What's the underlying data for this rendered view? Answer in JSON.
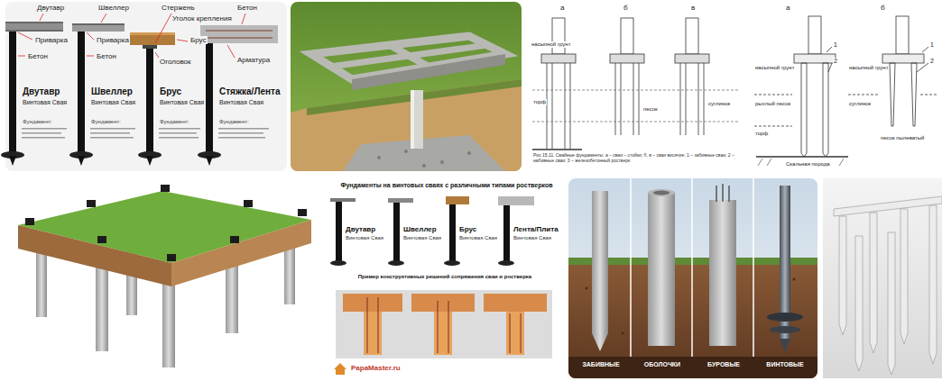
{
  "diagram": {
    "labels": [
      "Двутавр",
      "Швеллер",
      "Стержень",
      "Бетон",
      "Приварка",
      "Приварка",
      "Уголок крепления",
      "Брус",
      "Бетон",
      "Бетон",
      "Оголовок",
      "Арматура",
      "Двутавр",
      "Винтовая Свая",
      "Швеллер",
      "Винтовая Свая",
      "Брус",
      "Винтовая Свая",
      "Стяжка/Лента",
      "Винтовая Свая",
      "Фундамент:",
      "Фундамент:",
      "Фундамент:",
      "Фундамент:",
      "а",
      "б",
      "в",
      "насыпной грунт",
      "торф",
      "песок",
      "суглинок",
      "Рис 15.11. Свайные фундаменты: а – сваи – стойки; б, в – сваи висячие; 1 – забивные сваи; 2 – набивные сваи; 3 – железобетонный ростверк",
      "а",
      "б",
      "насыпной грунт",
      "рыхлый песок",
      "торф",
      "Скальная порода",
      "насыпной грунт",
      "суглинок",
      "песок пылеватый",
      "1",
      "2",
      "1",
      "2",
      "Фундаменты на винтовых сваях с различными типами ростверков",
      "Двутавр",
      "Винтовая Свая",
      "Швеллер",
      "Винтовая Свая",
      "Брус",
      "Винтовая Свая",
      "Лента/Плита",
      "Винтовая Свая",
      "Пример конструктивных решений сопряжения сваи и ростверка",
      "PapaMaster.ru",
      "ЗАБИВНЫЕ",
      "ОБОЛОЧКИ",
      "БУРОВЫЕ",
      "ВИНТОВЫЕ"
    ]
  }
}
